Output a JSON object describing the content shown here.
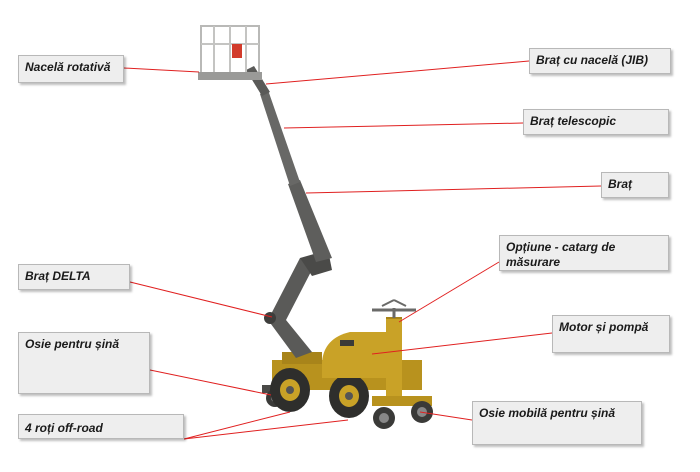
{
  "labels": {
    "rotating_basket": "Nacelă rotativă",
    "jib_arm": "Braț cu nacelă (JIB)",
    "telescopic_arm": "Braț telescopic",
    "arm": "Braț",
    "measuring_mast": "Opțiune - catarg de măsurare",
    "delta_arm": "Braț DELTA",
    "engine_pump": "Motor și pompă",
    "rail_axle": "Osie pentru șină",
    "offroad_wheels": "4 roți off-road",
    "mobile_rail_axle": "Osie mobilă pentru șină"
  },
  "colors": {
    "machine_body": "#c9a227",
    "boom": "#5a5a58",
    "leader_line": "#e02020",
    "label_bg": "#eeeeee"
  }
}
